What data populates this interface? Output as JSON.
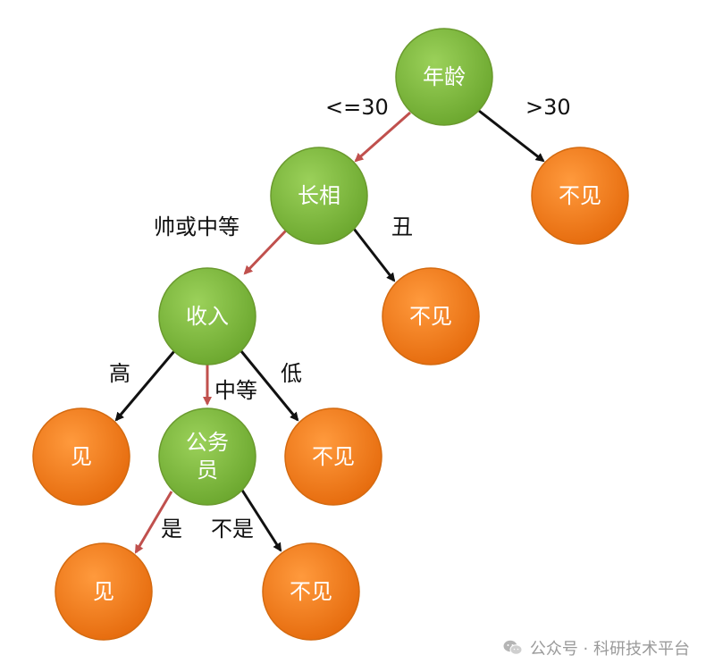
{
  "colors": {
    "decision_node": "#7fba3a",
    "leaf_node": "#f07b1a",
    "edge_highlight": "#c0504d",
    "edge_default": "#111111",
    "label_text": "#111111",
    "watermark_text": "#9a9a9a"
  },
  "nodes": {
    "age": {
      "label": "年龄",
      "kind": "decision"
    },
    "looks": {
      "label": "长相",
      "kind": "decision"
    },
    "age_gt30": {
      "label": "不见",
      "kind": "leaf"
    },
    "income": {
      "label": "收入",
      "kind": "decision"
    },
    "looks_ugly": {
      "label": "不见",
      "kind": "leaf"
    },
    "income_high": {
      "label": "见",
      "kind": "leaf"
    },
    "civil": {
      "label": "公务员",
      "kind": "decision"
    },
    "income_low": {
      "label": "不见",
      "kind": "leaf"
    },
    "civil_yes": {
      "label": "见",
      "kind": "leaf"
    },
    "civil_no": {
      "label": "不见",
      "kind": "leaf"
    }
  },
  "edges": {
    "age_looks": {
      "label": "<=30",
      "highlight": true
    },
    "age_gt30": {
      "label": ">30",
      "highlight": false
    },
    "looks_income": {
      "label": "帅或中等",
      "highlight": true
    },
    "looks_ugly": {
      "label": "丑",
      "highlight": false
    },
    "income_high": {
      "label": "高",
      "highlight": false
    },
    "income_mid": {
      "label": "中等",
      "highlight": true
    },
    "income_low": {
      "label": "低",
      "highlight": false
    },
    "civil_yes": {
      "label": "是",
      "highlight": true
    },
    "civil_no": {
      "label": "不是",
      "highlight": false
    }
  },
  "civil_label_lines": [
    "公务",
    "员"
  ],
  "watermark": {
    "icon": "wechat-icon",
    "text": "公众号 · 科研技术平台"
  }
}
